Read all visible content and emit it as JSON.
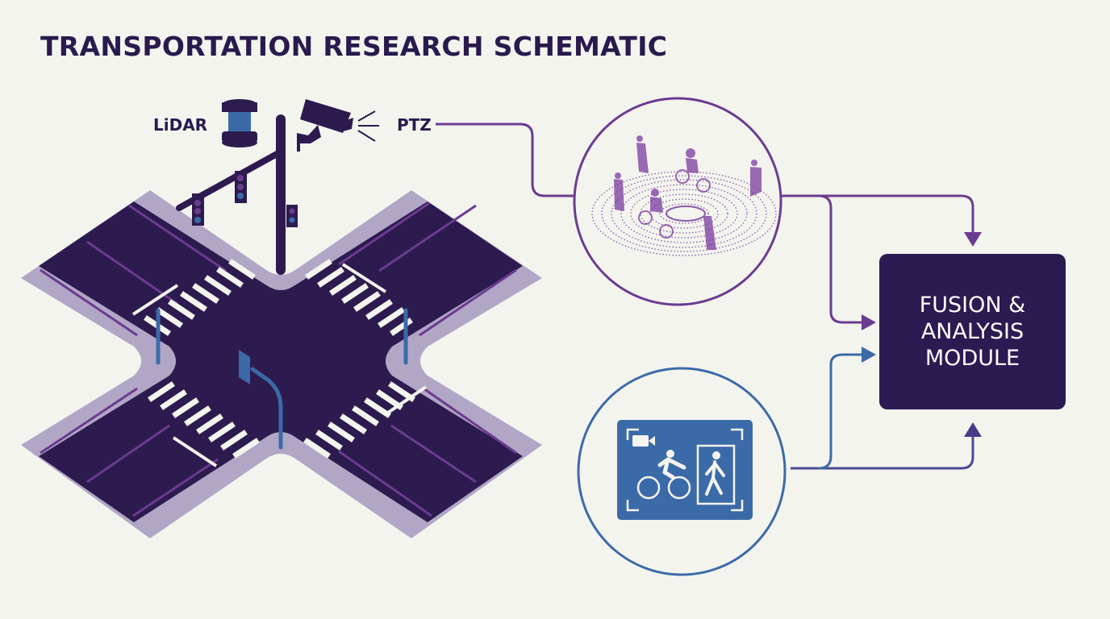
{
  "title": "TRANSPORTATION RESEARCH SCHEMATIC",
  "sensors": {
    "lidar_label": "LiDAR",
    "ptz_label": "PTZ"
  },
  "module": {
    "lines": [
      "FUSION &",
      "ANALYSIS",
      "MODULE"
    ]
  },
  "nodes": {
    "lidar_view": "lidar-point-cloud",
    "camera_view": "camera-detection-cyclist-pedestrian"
  },
  "colors": {
    "background": "#f4f4ef",
    "navy": "#2c1a52",
    "road": "#2d1b4f",
    "sidewalk": "#b2a6c6",
    "purple_accent": "#6a3c8f",
    "blue_accent": "#3b6aa8"
  }
}
